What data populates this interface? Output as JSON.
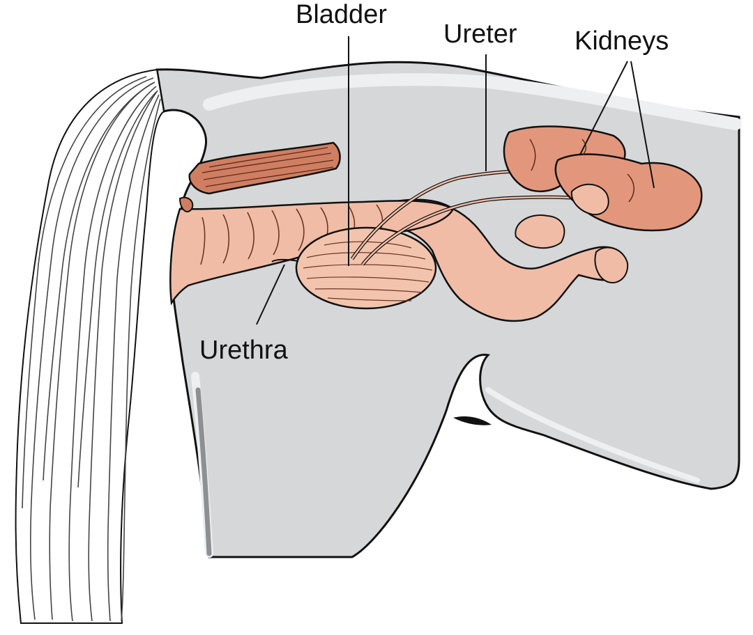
{
  "diagram": {
    "labels": {
      "bladder": "Bladder",
      "ureter": "Ureter",
      "kidneys": "Kidneys",
      "urethra": "Urethra"
    },
    "colors": {
      "body_fill": "#d6d7d9",
      "body_highlight": "#eeeff0",
      "outline": "#111111",
      "muscle": "#cf7e62",
      "kidney": "#e2977c",
      "organ_tract": "#f1bca6",
      "bladder": "#f3c4ad",
      "tail_hair": "#ffffff"
    }
  }
}
